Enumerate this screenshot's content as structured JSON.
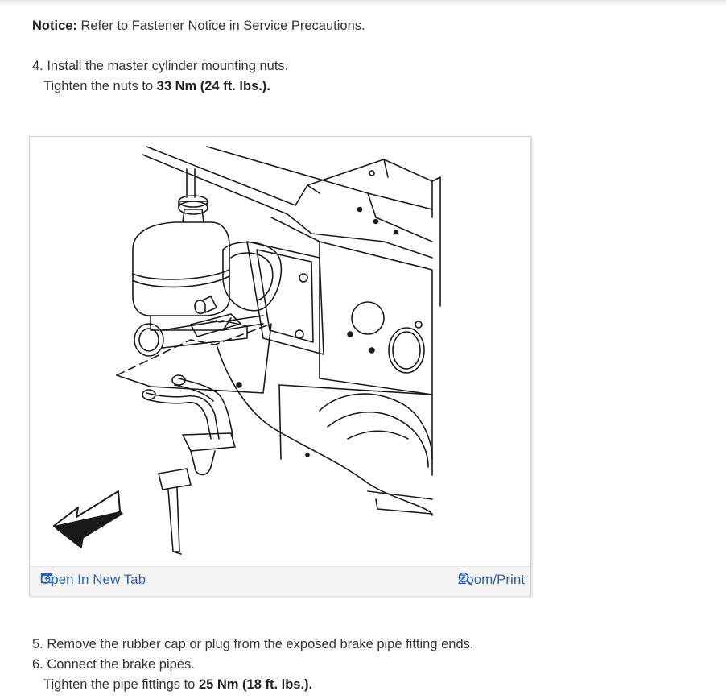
{
  "notice": {
    "label": "Notice:",
    "text": " Refer to Fastener Notice in Service Precautions."
  },
  "step4": {
    "line1": "4. Install the master cylinder mounting nuts.",
    "line2_prefix": "Tighten the nuts to ",
    "line2_value": "33 Nm (24 ft. lbs.)."
  },
  "figure": {
    "open_label": "Open In New Tab",
    "zoom_label": "Zoom/Print",
    "link_color": "#2a63b0",
    "open_icon": "open-new-tab-icon",
    "zoom_icon": "magnifier-plus-icon"
  },
  "step5": {
    "line1": "5. Remove the rubber cap or plug from the exposed brake pipe fitting ends."
  },
  "step6": {
    "line1": "6. Connect the brake pipes.",
    "line2_prefix": "Tighten the pipe fittings to ",
    "line2_value": "25 Nm (18 ft. lbs.)."
  }
}
